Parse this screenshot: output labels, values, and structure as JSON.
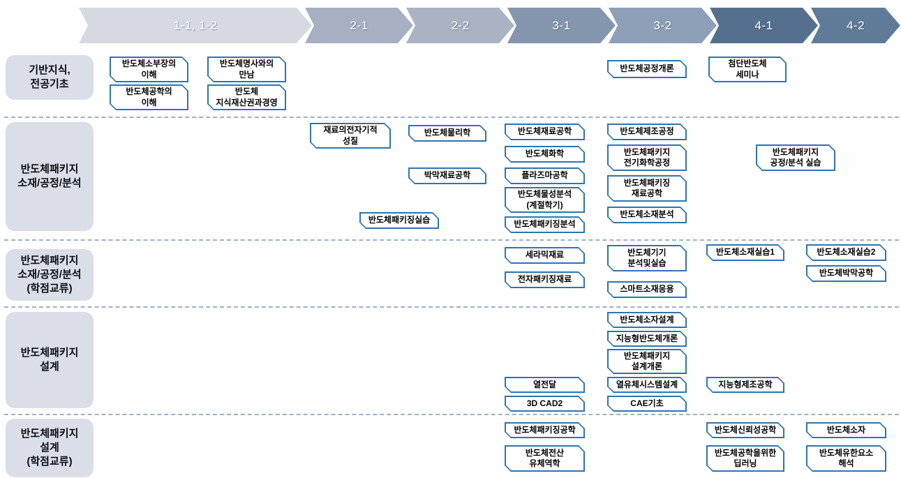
{
  "colors": {
    "course_border": "#2e74ae",
    "row_label_bg": "#d9dee8",
    "separator": "#9db0cc"
  },
  "header": {
    "semesters": [
      {
        "id": "1-1-1-2",
        "label": "1-1, 1-2",
        "color": "#d5dae2"
      },
      {
        "id": "2-1",
        "label": "2-1",
        "color": "#a6b0c2"
      },
      {
        "id": "2-2",
        "label": "2-2",
        "color": "#a9b3c4"
      },
      {
        "id": "3-1",
        "label": "3-1",
        "color": "#8496ae"
      },
      {
        "id": "3-2",
        "label": "3-2",
        "color": "#8da0b8"
      },
      {
        "id": "4-1",
        "label": "4-1",
        "color": "#54708e"
      },
      {
        "id": "4-2",
        "label": "4-2",
        "color": "#5f7b98"
      }
    ]
  },
  "rows": [
    {
      "id": "foundation",
      "label": "기반지식,\n전공기초",
      "courses": [
        {
          "label": "반도체소부장의\n이해",
          "semester": "1-1, 1-2"
        },
        {
          "label": "반도체공학의\n이해",
          "semester": "1-1, 1-2"
        },
        {
          "label": "반도체명사와의\n만남",
          "semester": "1-1, 1-2"
        },
        {
          "label": "반도체\n지식재산권과경영",
          "semester": "1-1, 1-2"
        },
        {
          "label": "반도체공정개론",
          "semester": "3-2"
        },
        {
          "label": "첨단반도체\n세미나",
          "semester": "4-1"
        }
      ]
    },
    {
      "id": "package-materials-process-analysis",
      "label": "반도체패키지\n소재/공정/분석",
      "courses": [
        {
          "label": "재료의전자기적\n성질",
          "semester": "2-1"
        },
        {
          "label": "반도체물리학",
          "semester": "2-2"
        },
        {
          "label": "박막재료공학",
          "semester": "2-2"
        },
        {
          "label": "반도체패키징실습",
          "semester": "2-1, 2-2"
        },
        {
          "label": "반도체재료공학",
          "semester": "3-1"
        },
        {
          "label": "반도체화학",
          "semester": "3-1"
        },
        {
          "label": "플라즈마공학",
          "semester": "3-1"
        },
        {
          "label": "반도체물성분석\n(계절학기)",
          "semester": "3-1"
        },
        {
          "label": "반도체패키징분석",
          "semester": "3-1"
        },
        {
          "label": "반도체제조공정",
          "semester": "3-2"
        },
        {
          "label": "반도체패키지\n전기화학공정",
          "semester": "3-2"
        },
        {
          "label": "반도체패키징\n재료공학",
          "semester": "3-2"
        },
        {
          "label": "반도체소재분석",
          "semester": "3-2"
        },
        {
          "label": "반도체패키지\n공정/분석 실습",
          "semester": "4-1, 4-2"
        }
      ]
    },
    {
      "id": "package-materials-process-analysis-exchange",
      "label": "반도체패키지\n소재/공정/분석\n(학점교류)",
      "courses": [
        {
          "label": "세라믹재료",
          "semester": "3-1"
        },
        {
          "label": "전자패키징재료",
          "semester": "3-1"
        },
        {
          "label": "반도체기기\n분석및실습",
          "semester": "3-2"
        },
        {
          "label": "스마트소재응용",
          "semester": "3-2"
        },
        {
          "label": "반도체소재실습1",
          "semester": "4-1"
        },
        {
          "label": "반도체소재실습2",
          "semester": "4-2"
        },
        {
          "label": "반도체박막공학",
          "semester": "4-2"
        }
      ]
    },
    {
      "id": "package-design",
      "label": "반도체패키지\n설계",
      "courses": [
        {
          "label": "열전달",
          "semester": "3-1"
        },
        {
          "label": "3D CAD2",
          "semester": "3-1"
        },
        {
          "label": "반도체소자설계",
          "semester": "3-2"
        },
        {
          "label": "지능형반도체개론",
          "semester": "3-2"
        },
        {
          "label": "반도체패키지\n설계개론",
          "semester": "3-2"
        },
        {
          "label": "열유체시스템설계",
          "semester": "3-2"
        },
        {
          "label": "CAE기초",
          "semester": "3-2"
        },
        {
          "label": "지능형제조공학",
          "semester": "4-1"
        }
      ]
    },
    {
      "id": "package-design-exchange",
      "label": "반도체패키지\n설계\n(학점교류)",
      "courses": [
        {
          "label": "반도체패키징공학",
          "semester": "3-1"
        },
        {
          "label": "반도체전산\n유체역학",
          "semester": "3-1"
        },
        {
          "label": "반도체신뢰성공학",
          "semester": "4-1"
        },
        {
          "label": "반도체공학을위한\n딥러닝",
          "semester": "4-1"
        },
        {
          "label": "반도체소자",
          "semester": "4-2"
        },
        {
          "label": "반도체유한요소\n해석",
          "semester": "4-2"
        }
      ]
    }
  ]
}
